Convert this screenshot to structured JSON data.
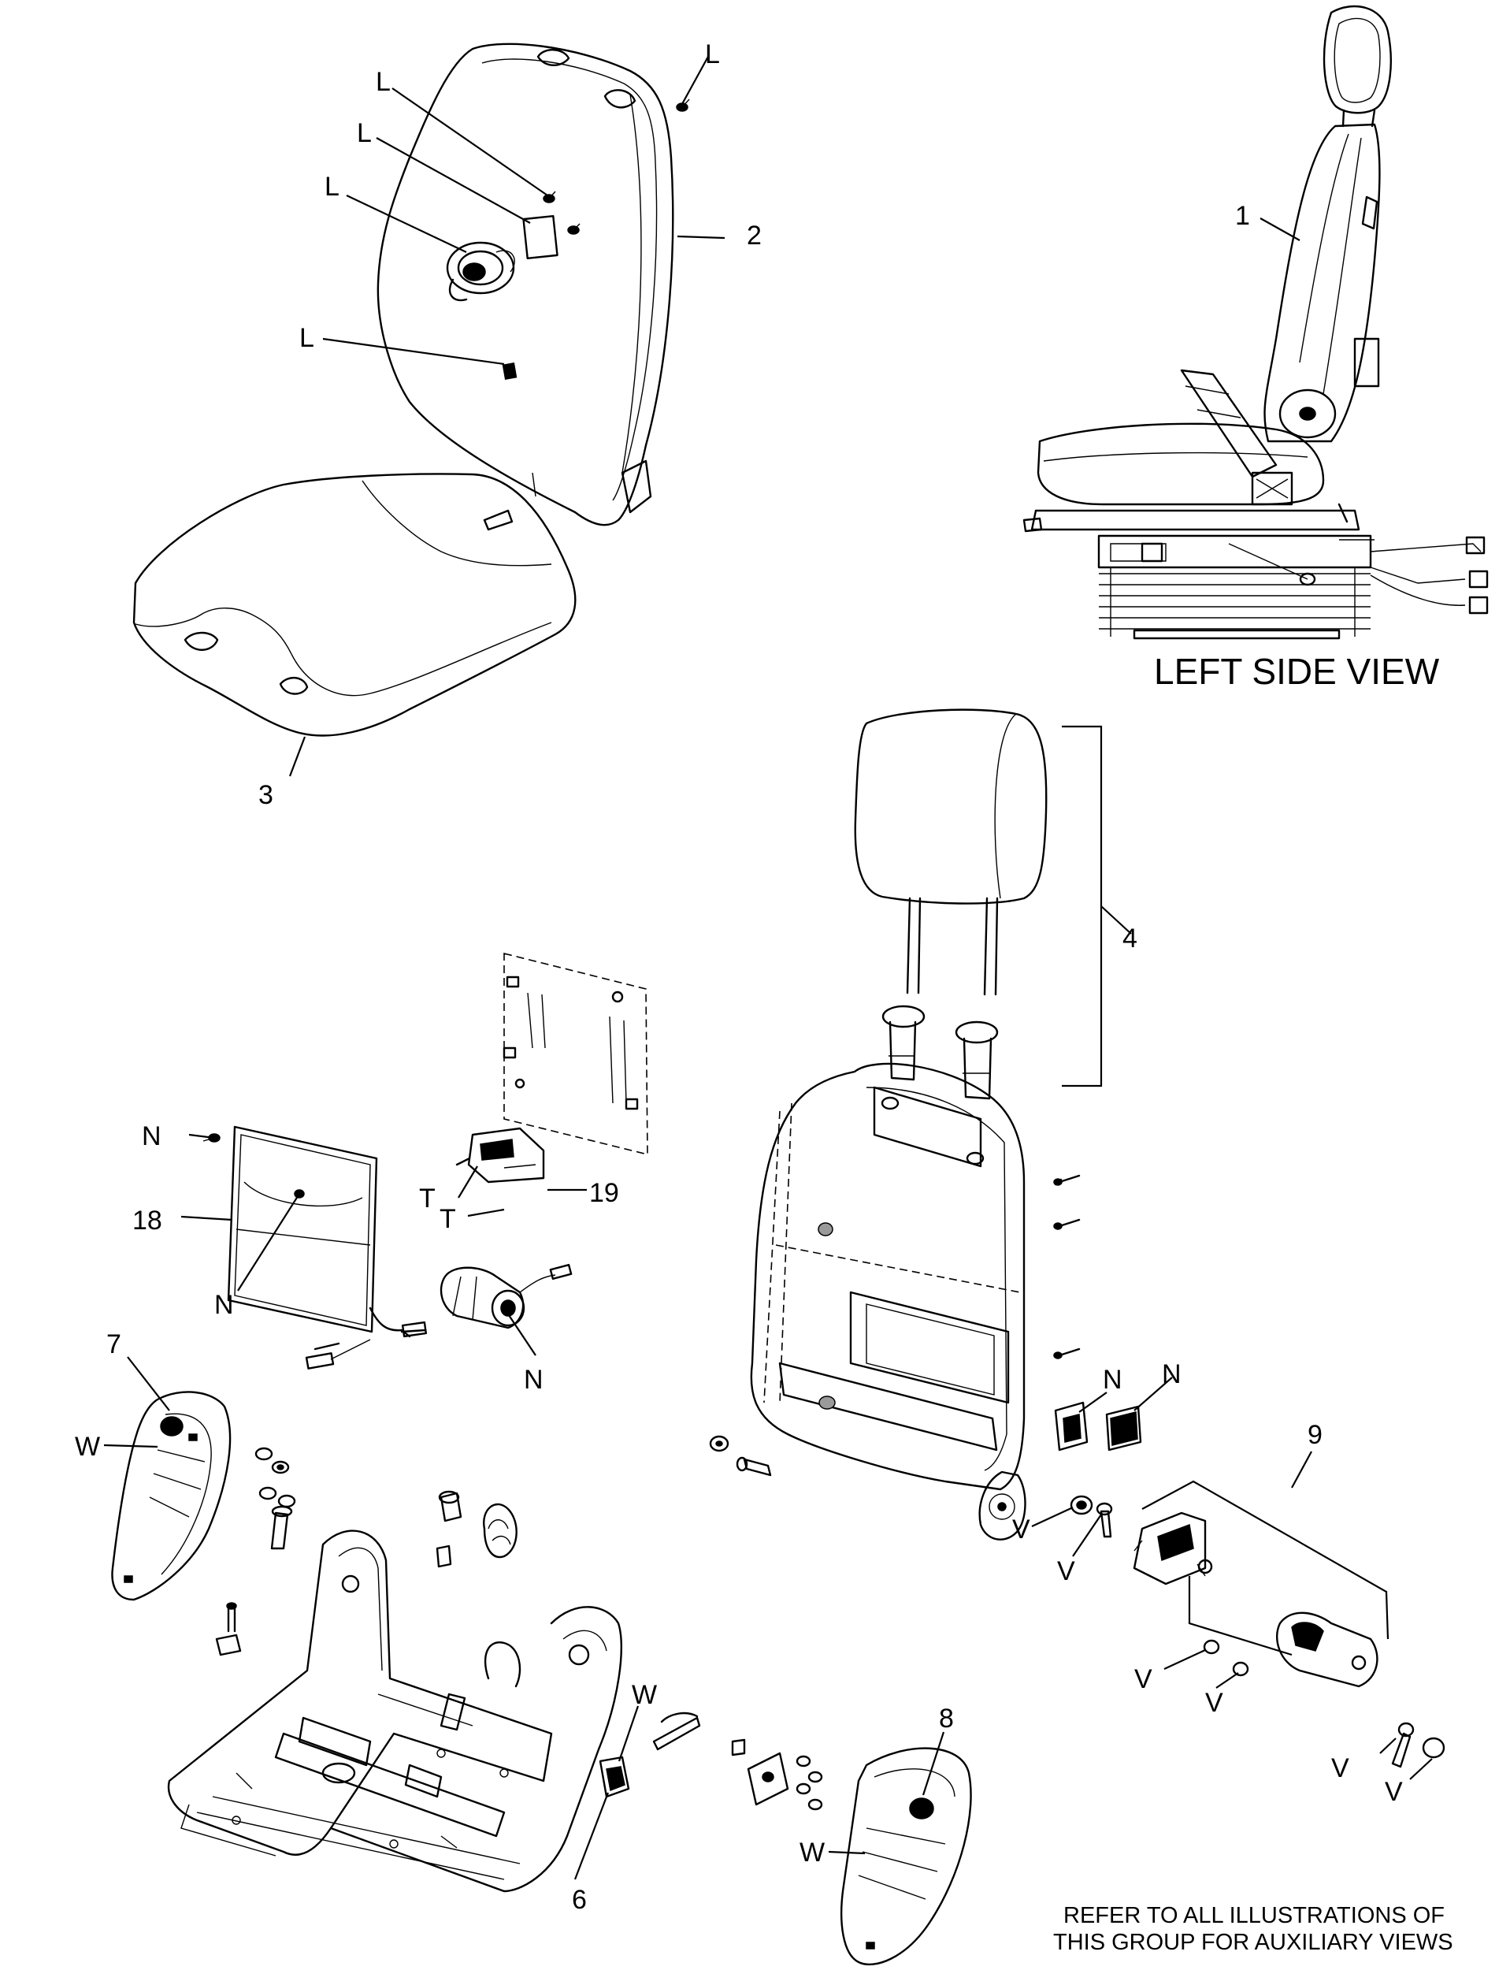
{
  "diagram": {
    "view_title": "LEFT SIDE VIEW",
    "note_lines": [
      "REFER TO ALL ILLUSTRATIONS OF",
      "THIS GROUP FOR AUXILIARY VIEWS"
    ],
    "callouts": {
      "seat_assembly": "1",
      "backrest_cover": "2",
      "cushion_cover": "3",
      "headrest": "4",
      "handle": "6",
      "left_trim_panel": "7",
      "right_trim_panel": "8",
      "recliner_kit": "9",
      "back_panel": "18",
      "switch_module": "19"
    },
    "codes": {
      "L": "L",
      "N": "N",
      "T": "T",
      "V": "V",
      "W": "W"
    }
  }
}
